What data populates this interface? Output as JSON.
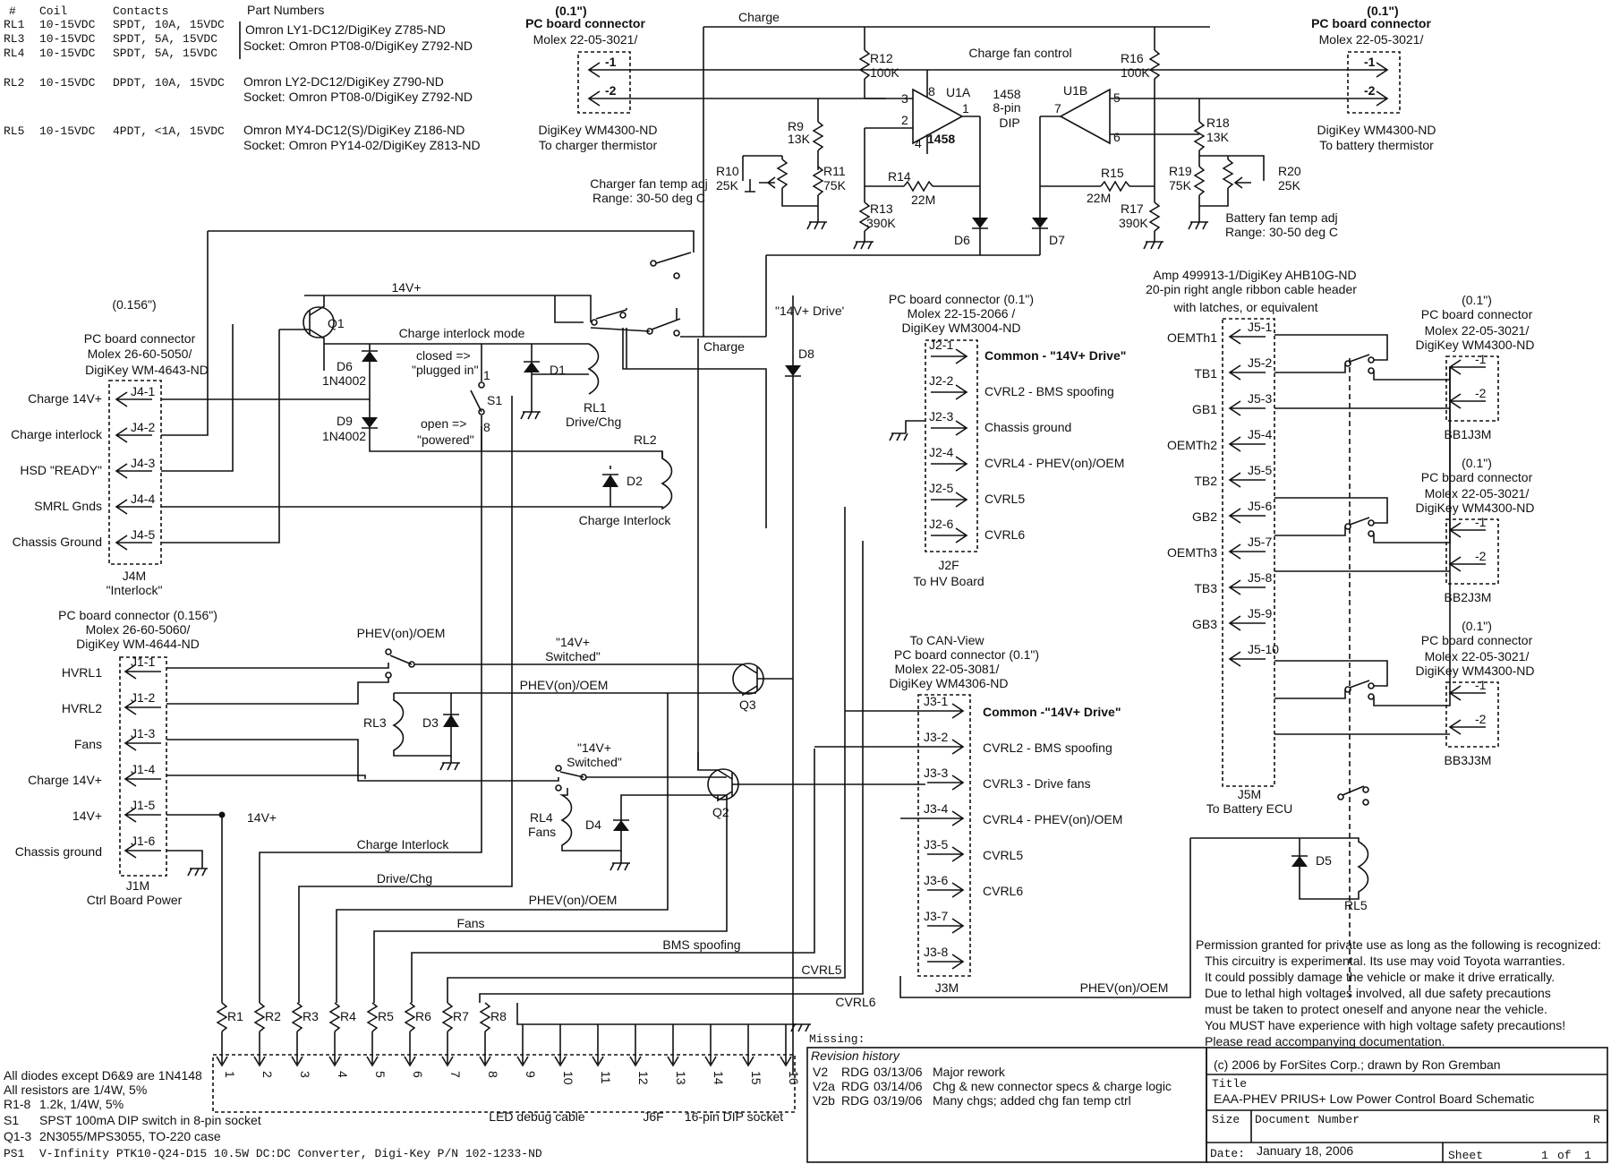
{
  "bom": {
    "header": {
      "num": "#",
      "coil": "Coil",
      "contacts": "Contacts",
      "parts": "Part Numbers"
    },
    "rl1": {
      "ref": "RL1",
      "coil": "10-15VDC",
      "contacts": "SPDT, 10A, 15VDC"
    },
    "rl3": {
      "ref": "RL3",
      "coil": "10-15VDC",
      "contacts": "SPDT, 5A, 15VDC"
    },
    "rl4": {
      "ref": "RL4",
      "coil": "10-15VDC",
      "contacts": "SPDT, 5A, 15VDC"
    },
    "rl134_part": "Omron LY1-DC12/DigiKey Z785-ND",
    "rl134_socket": "Socket: Omron PT08-0/DigiKey Z792-ND",
    "rl2": {
      "ref": "RL2",
      "coil": "10-15VDC",
      "contacts": "DPDT, 10A, 15VDC",
      "part": "Omron LY2-DC12/DigiKey Z790-ND",
      "socket": "Socket: Omron PT08-0/DigiKey Z792-ND"
    },
    "rl5": {
      "ref": "RL5",
      "coil": "10-15VDC",
      "contacts": "4PDT, <1A, 15VDC",
      "part": "Omron MY4-DC12(S)/DigiKey Z186-ND",
      "socket": "Socket: Omron PY14-02/DigiKey Z813-ND"
    }
  },
  "thermistor_left": {
    "size": "(0.1\")",
    "title": "PC board connector",
    "molex": "Molex 22-05-3021/",
    "pin1": "-1",
    "pin2": "-2",
    "digikey": "DigiKey WM4300-ND",
    "purpose": "To charger thermistor"
  },
  "thermistor_right": {
    "size": "(0.1\")",
    "title": "PC board connector",
    "molex": "Molex 22-05-3021/",
    "pin1": "-1",
    "pin2": "-2",
    "digikey": "DigiKey WM4300-ND",
    "purpose": "To battery thermistor"
  },
  "fan_control": {
    "charge_label": "Charge",
    "title": "Charge fan control",
    "r12": "R12",
    "r12v": "100K",
    "r16": "R16",
    "r16v": "100K",
    "u1a": "U1A",
    "u1b": "U1B",
    "chip": "1458",
    "chip_desc1": "1458",
    "chip_desc2": "8-pin",
    "chip_desc3": "DIP",
    "p3": "3",
    "p2": "2",
    "p8": "8",
    "p1": "1",
    "p4": "4",
    "p5": "5",
    "p6": "6",
    "p7": "7",
    "r9": "R9",
    "r9v": "13K",
    "r10": "R10",
    "r10v": "25K",
    "r11": "R11",
    "r11v": "75K",
    "r13": "R13",
    "r13v": "390K",
    "r14": "R14",
    "r14v": "22M",
    "r15": "R15",
    "r15v": "22M",
    "r17": "R17",
    "r17v": "390K",
    "r18": "R18",
    "r18v": "13K",
    "r19": "R19",
    "r19v": "75K",
    "r20": "R20",
    "r20v": "25K",
    "d6": "D6",
    "d7": "D7",
    "chg_adj": "Charger fan temp adj",
    "chg_range": "Range: 30-50 deg C",
    "bat_adj": "Battery fan temp adj",
    "bat_range": "Range: 30-50 deg C"
  },
  "j4": {
    "size": "(0.156\")",
    "title": "PC board connector",
    "molex": "Molex 26-60-5050/",
    "digikey": "DigiKey WM-4643-ND",
    "pins": [
      {
        "label": "Charge 14V+",
        "pin": "J4-1"
      },
      {
        "label": "Charge interlock",
        "pin": "J4-2"
      },
      {
        "label": "HSD \"READY\"",
        "pin": "J4-3"
      },
      {
        "label": "SMRL Gnds",
        "pin": "J4-4"
      },
      {
        "label": "Chassis Ground",
        "pin": "J4-5"
      }
    ],
    "name": "J4M",
    "desc": "\"Interlock\""
  },
  "interlock": {
    "v14": "14V+",
    "q1": "Q1",
    "mode": "Charge interlock mode",
    "closed": "closed =>",
    "plugged": "\"plugged in\"",
    "open": "open =>",
    "powered": "\"powered\"",
    "s1": "S1",
    "s1p1": "1",
    "s1p8": "8",
    "d6": "D6",
    "d6p": "1N4002",
    "d9": "D9",
    "d9p": "1N4002",
    "d1": "D1",
    "rl1": "RL1",
    "rl1d": "Drive/Chg",
    "rl2": "RL2",
    "d2": "D2",
    "rl2d": "Charge Interlock",
    "charge": "Charge",
    "drive14": "\"14V+ Drive'",
    "d8": "D8"
  },
  "j2": {
    "title": "PC board connector (0.1\")",
    "molex": "Molex 22-15-2066 /",
    "digikey": "DigiKey WM3004-ND",
    "pins": [
      {
        "pin": "J2-1",
        "label": "Common - \"14V+ Drive\""
      },
      {
        "pin": "J2-2",
        "label": "CVRL2 - BMS spoofing"
      },
      {
        "pin": "J2-3",
        "label": "Chassis ground"
      },
      {
        "pin": "J2-4",
        "label": "CVRL4 - PHEV(on)/OEM"
      },
      {
        "pin": "J2-5",
        "label": "CVRL5"
      },
      {
        "pin": "J2-6",
        "label": "CVRL6"
      }
    ],
    "name": "J2F",
    "desc": "To HV Board"
  },
  "j1": {
    "title": "PC board connector (0.156\")",
    "molex": "Molex 26-60-5060/",
    "digikey": "DigiKey WM-4644-ND",
    "pins": [
      {
        "label": "HVRL1",
        "pin": "J1-1"
      },
      {
        "label": "HVRL2",
        "pin": "J1-2"
      },
      {
        "label": "Fans",
        "pin": "J1-3"
      },
      {
        "label": "Charge 14V+",
        "pin": "J1-4"
      },
      {
        "label": "14V+",
        "pin": "J1-5"
      },
      {
        "label": "Chassis ground",
        "pin": "J1-6"
      }
    ],
    "name": "J1M",
    "desc": "Ctrl Board Power",
    "v14": "14V+"
  },
  "switched": {
    "phev": "PHEV(on)/OEM",
    "sw14a": "\"14V+",
    "sw14b": "Switched\"",
    "phev_line": "PHEV(on)/OEM",
    "rl3": "RL3",
    "d3": "D3",
    "q3": "Q3",
    "sw14c": "\"14V+",
    "sw14d": "Switched\"",
    "rl4": "RL4",
    "rl4d": "Fans",
    "d4": "D4",
    "q2": "Q2",
    "charge_interlock": "Charge Interlock",
    "drive_chg": "Drive/Chg",
    "phev2": "PHEV(on)/OEM",
    "fans": "Fans",
    "bms": "BMS spoofing",
    "cvrl5": "CVRL5",
    "cvrl6": "CVRL6"
  },
  "j3": {
    "t1": "To CAN-View",
    "t2": "PC board connector (0.1\")",
    "molex": "Molex 22-05-3081/",
    "digikey": "DigiKey WM4306-ND",
    "pins": [
      {
        "pin": "J3-1",
        "label": "Common -\"14V+ Drive\""
      },
      {
        "pin": "J3-2",
        "label": "CVRL2 - BMS spoofing"
      },
      {
        "pin": "J3-3",
        "label": "CVRL3 - Drive fans"
      },
      {
        "pin": "J3-4",
        "label": "CVRL4 - PHEV(on)/OEM"
      },
      {
        "pin": "J3-5",
        "label": "CVRL5"
      },
      {
        "pin": "J3-6",
        "label": "CVRL6"
      },
      {
        "pin": "J3-7",
        "label": ""
      },
      {
        "pin": "J3-8",
        "label": ""
      }
    ],
    "name": "J3M"
  },
  "j5": {
    "t1": "Amp 499913-1/DigiKey AHB10G-ND",
    "t2": "20-pin right angle ribbon cable header",
    "t3": "with latches, or equivalent",
    "pins": [
      {
        "label": "OEMTh1",
        "pin": "J5-1"
      },
      {
        "label": "TB1",
        "pin": "J5-2"
      },
      {
        "label": "GB1",
        "pin": "J5-3"
      },
      {
        "label": "OEMTh2",
        "pin": "J5-4"
      },
      {
        "label": "TB2",
        "pin": "J5-5"
      },
      {
        "label": "GB2",
        "pin": "J5-6"
      },
      {
        "label": "OEMTh3",
        "pin": "J5-7"
      },
      {
        "label": "TB3",
        "pin": "J5-8"
      },
      {
        "label": "GB3",
        "pin": "J5-9"
      },
      {
        "label": "",
        "pin": "J5-10"
      }
    ],
    "name": "J5M",
    "desc": "To Battery ECU"
  },
  "bb": [
    {
      "size": "(0.1\")",
      "title": "PC board connector",
      "molex": "Molex 22-05-3021/",
      "digikey": "DigiKey WM4300-ND",
      "p1": "-1",
      "p2": "-2",
      "name": "BB1J3M"
    },
    {
      "size": "(0.1\")",
      "title": "PC board connector",
      "molex": "Molex 22-05-3021/",
      "digikey": "DigiKey WM4300-ND",
      "p1": "-1",
      "p2": "-2",
      "name": "BB2J3M"
    },
    {
      "size": "(0.1\")",
      "title": "PC board connector",
      "molex": "Molex 22-05-3021/",
      "digikey": "DigiKey WM4300-ND",
      "p1": "-1",
      "p2": "-2",
      "name": "BB3J3M"
    }
  ],
  "rl5": {
    "d5": "D5",
    "rl5": "RL5",
    "phev": "PHEV(on)/OEM"
  },
  "permission": [
    "Permission granted for private use as long as the following is recognized:",
    "This circuitry is experimental.  Its use may void Toyota warranties.",
    "It could possibly damage the vehicle or make it drive erratically.",
    "Due to lethal high voltages involved, all due safety precautions",
    "must be taken to protect oneself and anyone near the vehicle.",
    "You MUST have experience with high voltage safety precautions!",
    "Please read accompanying documentation."
  ],
  "j6": {
    "resistors": [
      "R1",
      "R2",
      "R3",
      "R4",
      "R5",
      "R6",
      "R7",
      "R8"
    ],
    "pins": [
      "1",
      "2",
      "3",
      "4",
      "5",
      "6",
      "7",
      "8",
      "9",
      "10",
      "11",
      "12",
      "13",
      "14",
      "15",
      "16"
    ],
    "led": "LED debug cable",
    "name": "J6F",
    "socket": "16-pin DIP socket"
  },
  "notes": {
    "l1": "All diodes except D6&9 are 1N4148",
    "l2": "All resistors are 1/4W, 5%",
    "r18k": "R1-8",
    "r18v": "1.2k, 1/4W, 5%",
    "s1k": "S1",
    "s1v": "SPST 100mA  DIP switch in 8-pin socket",
    "qk": "Q1-3",
    "qv": "2N3055/MPS3055, TO-220 case",
    "psk": "PS1",
    "psv": "V-Infinity PTK10-Q24-D15  10.5W DC:DC Converter, Digi-Key P/N 102-1233-ND"
  },
  "revision": {
    "missing": "Missing:",
    "title": "Revision history",
    "rows": [
      {
        "ver": "V2",
        "by": "RDG",
        "date": "03/13/06",
        "desc": "Major rework"
      },
      {
        "ver": "V2a",
        "by": "RDG",
        "date": "03/14/06",
        "desc": "Chg & new connector specs & charge logic"
      },
      {
        "ver": "V2b",
        "by": "RDG",
        "date": "03/19/06",
        "desc": "Many chgs; added chg fan temp ctrl"
      }
    ]
  },
  "titleblock": {
    "copyright": "(c) 2006 by ForSites Corp.; drawn by Ron Gremban",
    "title_label": "Title",
    "title": "EAA-PHEV PRIUS+ Low Power Control Board Schematic",
    "size_label": "Size",
    "docnum_label": "Document Number",
    "rev_label": "R",
    "date_label": "Date:",
    "date": "January 18, 2006",
    "sheet_label": "Sheet",
    "sheet": "1",
    "of": "of",
    "total": "1"
  }
}
